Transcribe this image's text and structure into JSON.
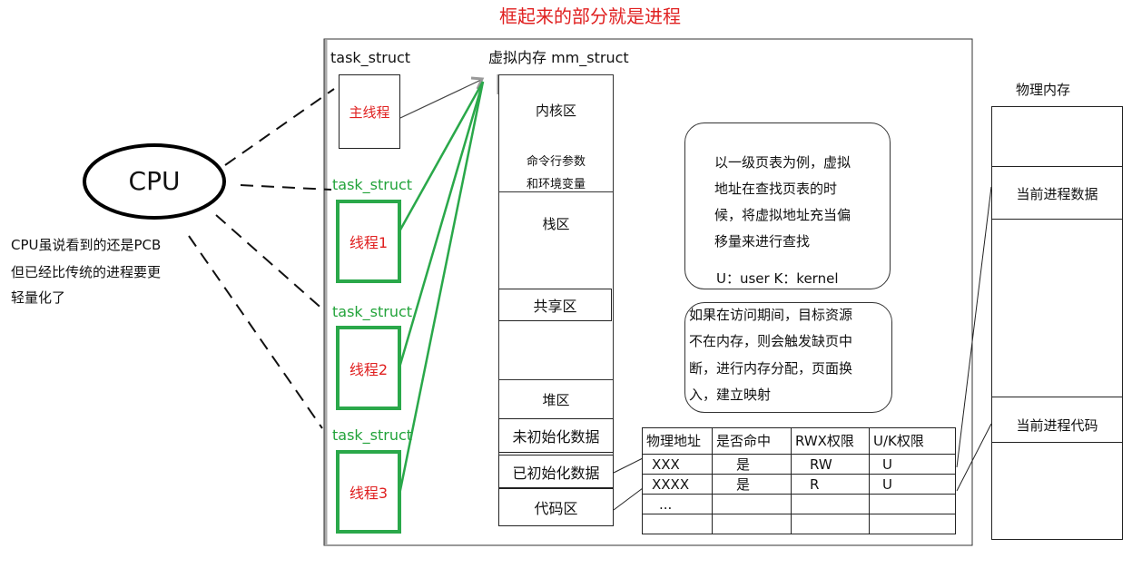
{
  "title": "框起来的部分就是进程",
  "cpu": {
    "label": "CPU",
    "note_lines": [
      "CPU虽说看到的还是PCB",
      "但已经比传统的进程要更",
      "轻量化了"
    ]
  },
  "threads": [
    {
      "struct_label": "task_struct",
      "name": "主线程"
    },
    {
      "struct_label": "task_struct",
      "name": "线程1"
    },
    {
      "struct_label": "task_struct",
      "name": "线程2"
    },
    {
      "struct_label": "task_struct",
      "name": "线程3"
    }
  ],
  "virtual_memory": {
    "label": "虚拟内存 mm_struct",
    "regions": {
      "kernel": "内核区",
      "args_line1": "命令行参数",
      "args_line2": "和环境变量",
      "stack": "栈区",
      "shared": "共享区",
      "heap": "堆区",
      "bss": "未初始化数据",
      "data": "已初始化数据",
      "code": "代码区"
    }
  },
  "notes": {
    "page_table_lines": [
      "以一级页表为例，虚拟",
      "地址在查找页表的时",
      "候，将虚拟地址充当偏",
      "移量来进行查找"
    ],
    "us_line": "U：user  K：kernel",
    "page_fault_lines": [
      "如果在访问期间，目标资源",
      "不在内存，则会触发缺页中",
      "断，进行内存分配，页面换",
      "入，建立映射"
    ]
  },
  "page_table": {
    "headers": [
      "物理地址",
      "是否命中",
      "RWX权限",
      "U/K权限"
    ],
    "rows": [
      [
        "XXX",
        "是",
        "RW",
        "U"
      ],
      [
        "XXXX",
        "是",
        "R",
        "U"
      ],
      [
        "...",
        "",
        "",
        ""
      ],
      [
        "",
        "",
        "",
        ""
      ]
    ]
  },
  "physical_memory": {
    "label": "物理内存",
    "data_label": "当前进程数据",
    "code_label": "当前进程代码"
  },
  "colors": {
    "title": "#e02020",
    "thread_border": "#2aa84a",
    "thread_text": "#e02020",
    "struct_text": "#22a33a"
  }
}
